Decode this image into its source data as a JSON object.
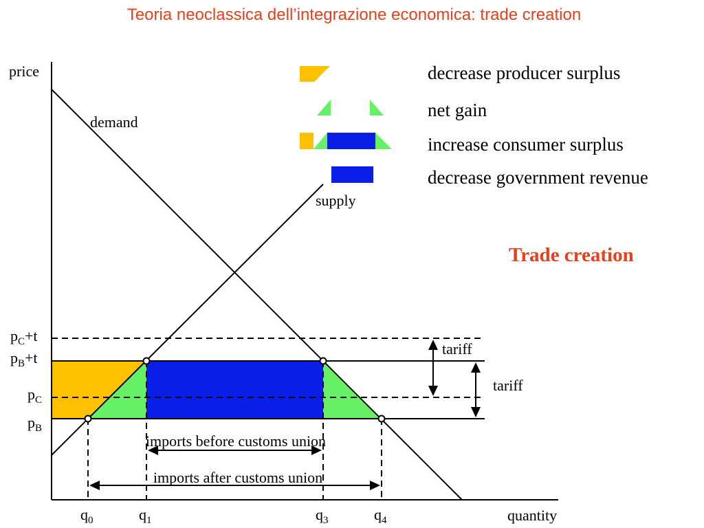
{
  "title": "Teoria neoclassica dell’integrazione economica: trade creation",
  "subtitle": "Trade creation",
  "axes": {
    "y_label": "price",
    "x_label": "quantity"
  },
  "curves": {
    "demand_label": "demand",
    "supply_label": "supply"
  },
  "price_levels": [
    {
      "base": "p",
      "sub": "C",
      "suffix": "+t"
    },
    {
      "base": "p",
      "sub": "B",
      "suffix": "+t"
    },
    {
      "base": "p",
      "sub": "C",
      "suffix": ""
    },
    {
      "base": "p",
      "sub": "B",
      "suffix": ""
    }
  ],
  "quantity_levels": [
    {
      "base": "q",
      "sub": "0"
    },
    {
      "base": "q",
      "sub": "1"
    },
    {
      "base": "q",
      "sub": "3"
    },
    {
      "base": "q",
      "sub": "4"
    }
  ],
  "tariff_labels": [
    "tariff",
    "tariff"
  ],
  "arrows": {
    "before": "imports before customs union",
    "after": "imports after customs union"
  },
  "legend": [
    "decrease producer surplus",
    "net gain",
    "increase consumer surplus",
    "decrease government revenue"
  ],
  "colors": {
    "title": "#e8401c",
    "producer_surplus": "#ffc000",
    "net_gain": "#66f066",
    "government_revenue": "#0a1ee8"
  }
}
